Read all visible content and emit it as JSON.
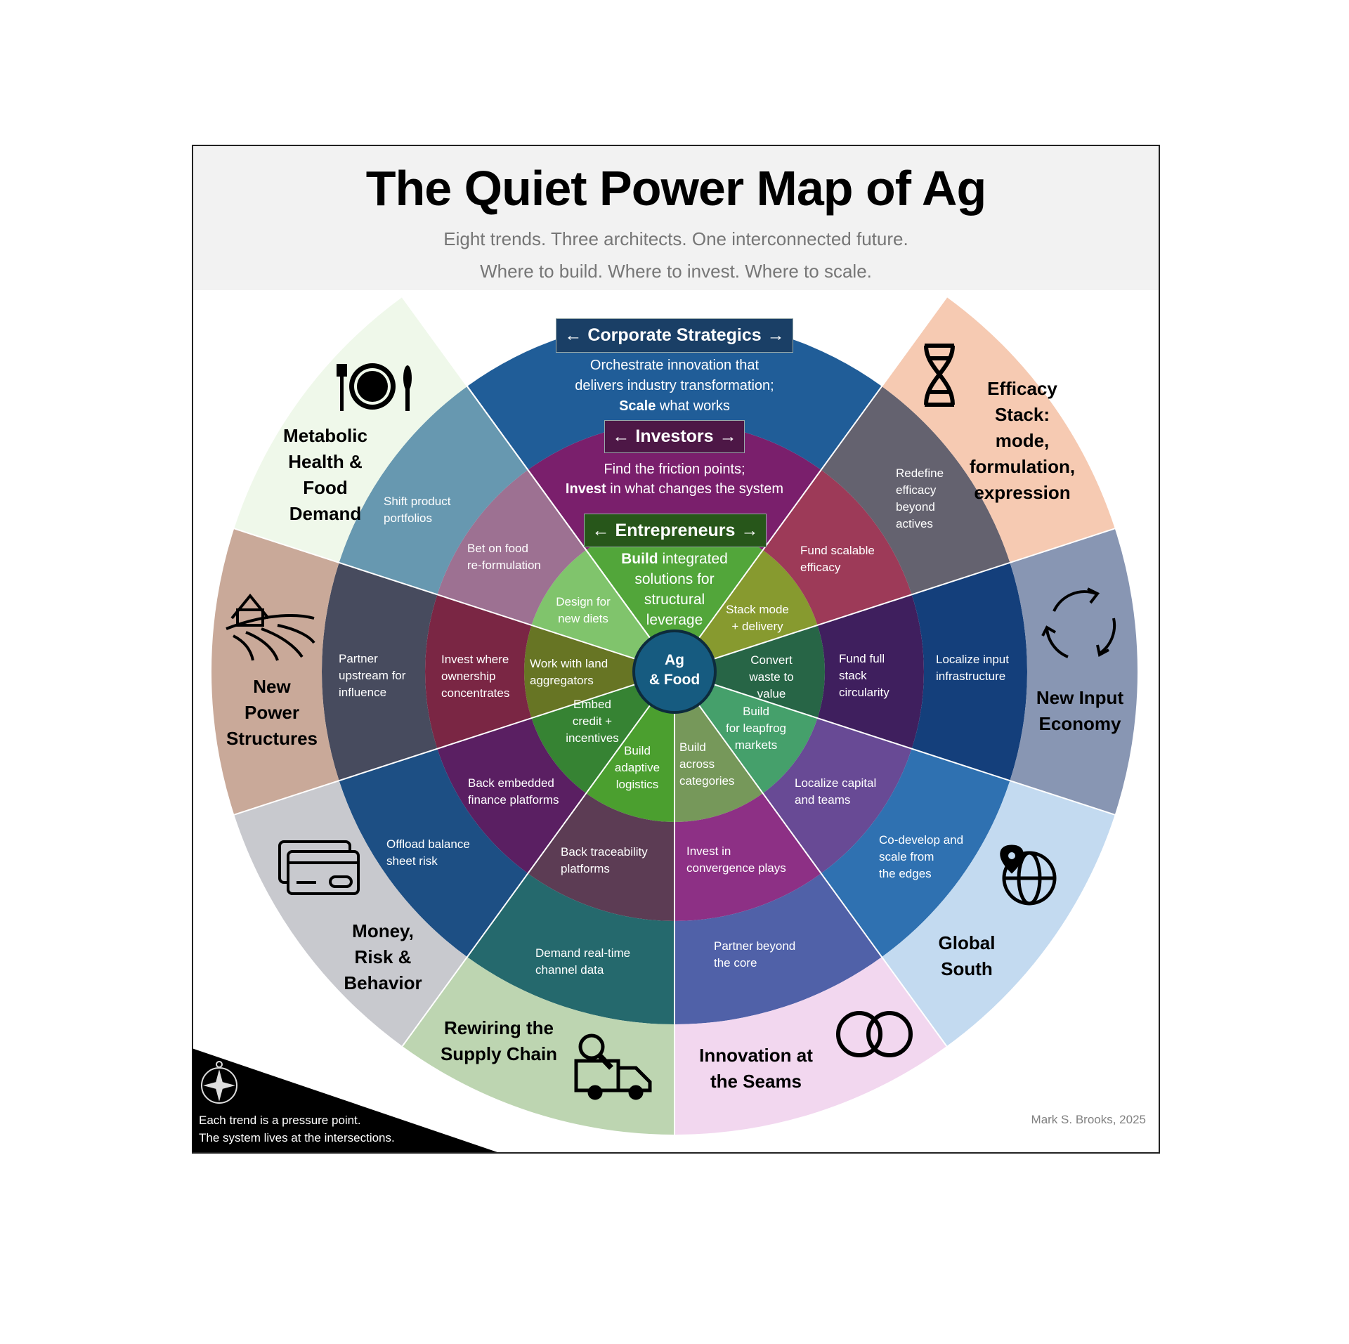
{
  "title": "The Quiet Power Map of Ag",
  "subtitle_1": "Eight trends. Three architects. One interconnected future.",
  "subtitle_2": "Where to build. Where to invest. Where to scale.",
  "center": {
    "label": "Ag\n& Food",
    "color": "#165b80"
  },
  "architects": {
    "corporate": {
      "label": "Corporate Strategics",
      "color": "#1a3f66",
      "ring_color": "#205d98",
      "line1": "Orchestrate innovation that",
      "line2": "delivers industry transformation;",
      "bold": "Scale",
      "rest": " what works"
    },
    "investors": {
      "label": "Investors",
      "color": "#4d1746",
      "ring_color": "#7a1f6c",
      "line1": "Find the friction points;",
      "bold": "Invest",
      "rest": " in what changes the system"
    },
    "entrepreneurs": {
      "label": "Entrepreneurs",
      "color": "#27561a",
      "ring_color": "#52a63a",
      "bold": "Build",
      "rest": " integrated",
      "line2": "solutions for",
      "line3": "structural",
      "line4": "leverage"
    }
  },
  "arrows": {
    "left": "←",
    "right": "→"
  },
  "sectors": [
    {
      "trend": "Efficacy\nStack:\nmode,\nformulation,\nexpression",
      "icon": "dna-icon",
      "corporate": "Redefine\nefficacy\nbeyond\nactives",
      "investors": "Fund scalable\nefficacy",
      "entrepreneurs": "Stack mode\n+ delivery",
      "colors": {
        "outer": "#f6cab2",
        "corporate": "#64626f",
        "investors": "#9d3a58",
        "entrepreneurs": "#879a2f"
      }
    },
    {
      "trend": "New Input\nEconomy",
      "icon": "recycle-icon",
      "corporate": "Localize input\ninfrastructure",
      "investors": "Fund full\nstack\ncircularity",
      "entrepreneurs": "Convert\nwaste to\nvalue",
      "colors": {
        "outer": "#8896b3",
        "corporate": "#143f7b",
        "investors": "#3f1f5e",
        "entrepreneurs": "#276546"
      }
    },
    {
      "trend": "Global\nSouth",
      "icon": "globe-pin-icon",
      "corporate": "Co-develop and\nscale from\nthe edges",
      "investors": "Localize capital\nand teams",
      "entrepreneurs": "Build\nfor leapfrog\nmarkets",
      "colors": {
        "outer": "#c3daf0",
        "corporate": "#2f71b1",
        "investors": "#684a95",
        "entrepreneurs": "#45a06b"
      }
    },
    {
      "trend": "Innovation at\nthe Seams",
      "icon": "interlocking-rings-icon",
      "corporate": "Partner beyond\nthe core",
      "investors": "Invest in\nconvergence plays",
      "entrepreneurs": "Build\nacross\ncategories",
      "colors": {
        "outer": "#f2d7ef",
        "corporate": "#5061a8",
        "investors": "#8d3085",
        "entrepreneurs": "#76985a"
      }
    },
    {
      "trend": "Rewiring the\nSupply Chain",
      "icon": "truck-search-icon",
      "corporate": "Demand real-time\nchannel data",
      "investors": "Back traceability\nplatforms",
      "entrepreneurs": "Build\nadaptive\nlogistics",
      "colors": {
        "outer": "#bdd5b1",
        "corporate": "#25696d",
        "investors": "#5c3c54",
        "entrepreneurs": "#4b9f2f"
      }
    },
    {
      "trend": "Money,\nRisk &\nBehavior",
      "icon": "credit-cards-icon",
      "corporate": "Offload balance\nsheet risk",
      "investors": "Back embedded\nfinance platforms",
      "entrepreneurs": "Embed\ncredit +\nincentives",
      "colors": {
        "outer": "#c8c9ce",
        "corporate": "#1d4f84",
        "investors": "#5a1f62",
        "entrepreneurs": "#368333"
      }
    },
    {
      "trend": "New\nPower\nStructures",
      "icon": "farm-icon",
      "corporate": "Partner\nupstream for\ninfluence",
      "investors": "Invest where\nownership\nconcentrates",
      "entrepreneurs": "Work with land\naggregators",
      "colors": {
        "outer": "#c9a999",
        "corporate": "#474b5e",
        "investors": "#7a2644",
        "entrepreneurs": "#677524"
      }
    },
    {
      "trend": "Metabolic\nHealth &\nFood\nDemand",
      "icon": "plate-cutlery-icon",
      "corporate": "Shift product\nportfolios",
      "investors": "Bet on food\nre-formulation",
      "entrepreneurs": "Design for\nnew diets",
      "colors": {
        "outer": "#eff8ea",
        "corporate": "#6798b0",
        "investors": "#9d7192",
        "entrepreneurs": "#80c46c"
      }
    }
  ],
  "footnote_1": "Each trend is a pressure point.",
  "footnote_2": "The system lives at the intersections.",
  "credit": "Mark S. Brooks, 2025"
}
